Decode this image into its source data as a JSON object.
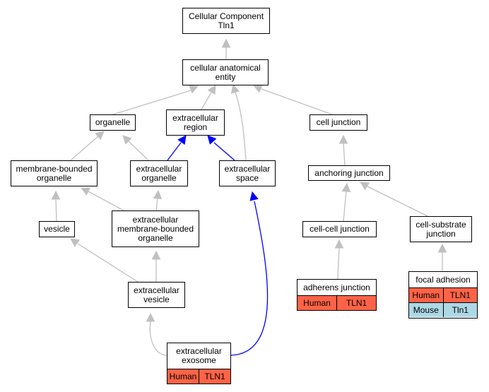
{
  "nodes": {
    "root": [
      "Cellular Component",
      "Tln1"
    ],
    "cae": [
      "cellular anatomical",
      "entity"
    ],
    "organelle": [
      "organelle"
    ],
    "ecr": [
      "extracellular",
      "region"
    ],
    "celljunction": [
      "cell junction"
    ],
    "mbo": [
      "membrane-bounded",
      "organelle"
    ],
    "eco": [
      "extracellular",
      "organelle"
    ],
    "ecs": [
      "extracellular",
      "space"
    ],
    "anchoring": [
      "anchoring junction"
    ],
    "vesicle": [
      "vesicle"
    ],
    "embo": [
      "extracellular",
      "membrane-bounded",
      "organelle"
    ],
    "ccj": [
      "cell-cell junction"
    ],
    "csj": [
      "cell-substrate",
      "junction"
    ],
    "ecv": [
      "extracellular",
      "vesicle"
    ]
  },
  "tables": {
    "adherens": {
      "title": [
        "adherens junction"
      ],
      "rows": [
        [
          "Human",
          "TLN1"
        ]
      ]
    },
    "focal": {
      "title": [
        "focal adhesion"
      ],
      "rows": [
        [
          "Human",
          "TLN1"
        ],
        [
          "Mouse",
          "Tln1"
        ]
      ]
    },
    "exosome": {
      "title": [
        "extracellular",
        "exosome"
      ],
      "rows": [
        [
          "Human",
          "TLN1"
        ]
      ]
    }
  },
  "colors": {
    "human": "#ff6347",
    "mouse": "#add8e6",
    "edge_gray": "#c0c0c0",
    "edge_blue": "#0000ff"
  }
}
